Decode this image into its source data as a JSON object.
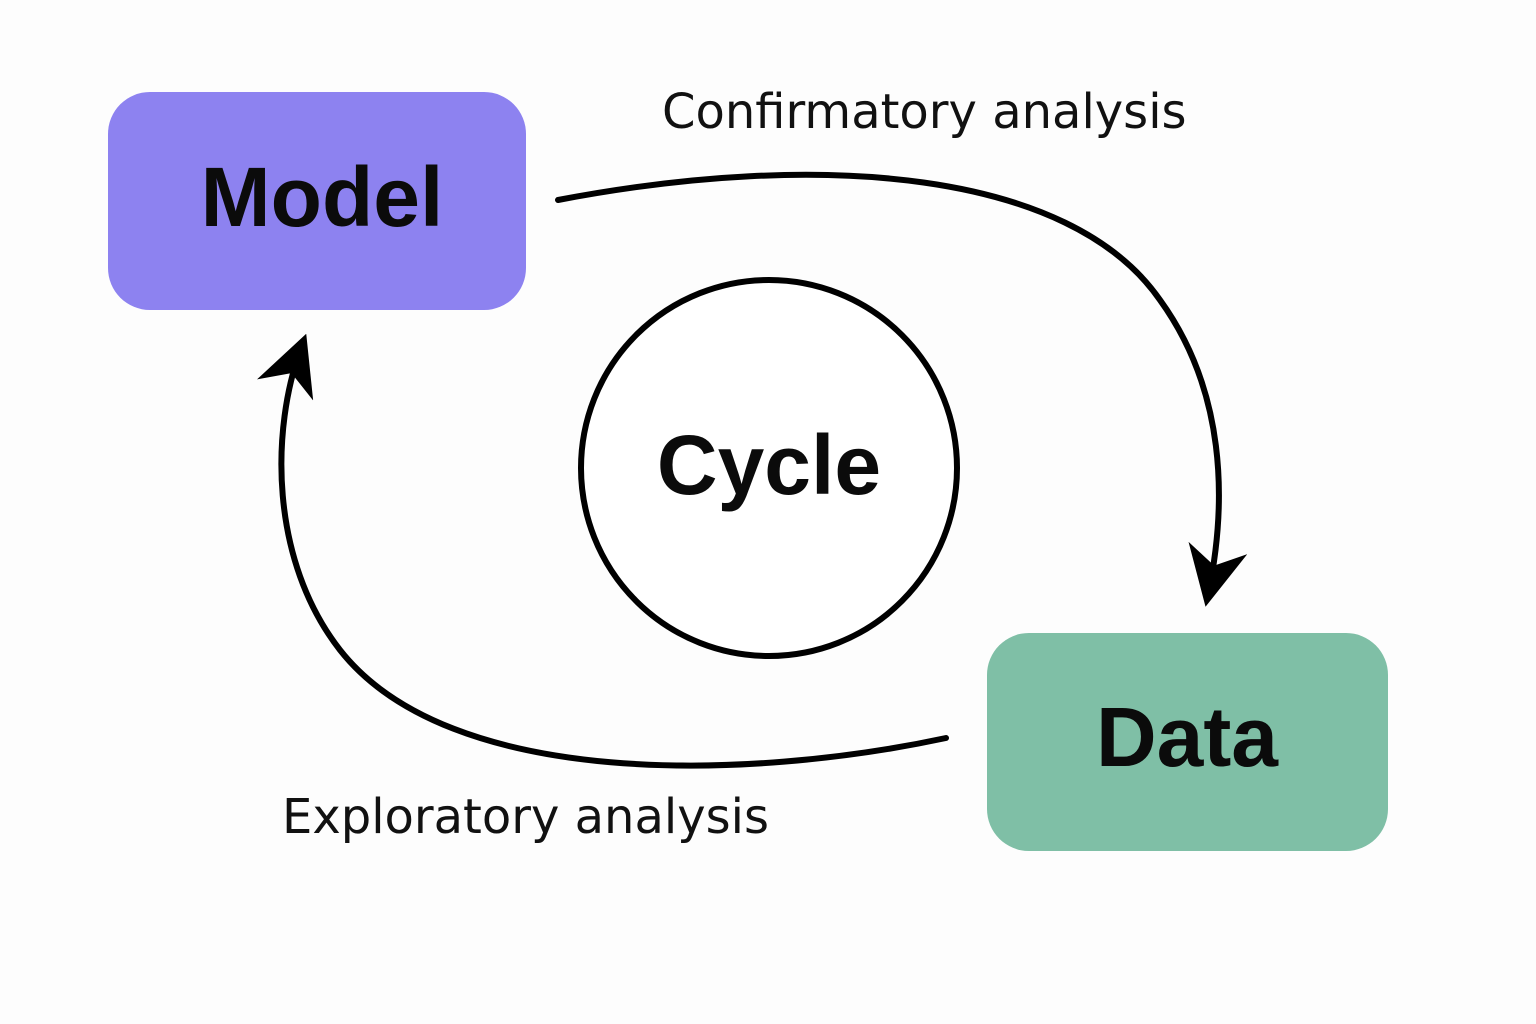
{
  "diagram": {
    "nodes": {
      "model": {
        "label": "Model",
        "color": "#8d82f0"
      },
      "data": {
        "label": "Data",
        "color": "#7fbfa6"
      },
      "cycle": {
        "label": "Cycle",
        "color": "#ffffff"
      }
    },
    "edges": {
      "confirmatory": {
        "label": "Confirmatory analysis",
        "from": "Model",
        "to": "Data"
      },
      "exploratory": {
        "label": "Exploratory analysis",
        "from": "Data",
        "to": "Model"
      }
    }
  }
}
